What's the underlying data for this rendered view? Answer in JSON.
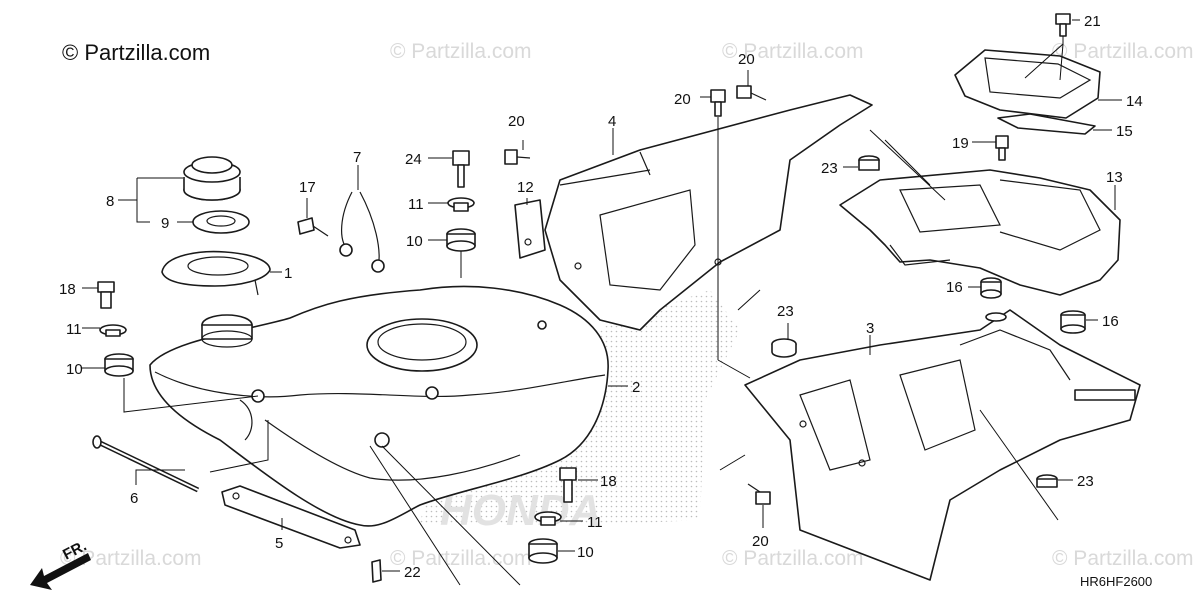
{
  "copyright": "© Partzilla.com",
  "watermark": "© Partzilla.com",
  "diagram_code": "HR6HF2600",
  "direction_label": "FR.",
  "logo_text": "HONDA",
  "callouts": {
    "c1": "1",
    "c2": "2",
    "c3": "3",
    "c4": "4",
    "c5": "5",
    "c6": "6",
    "c7": "7",
    "c8": "8",
    "c9": "9",
    "c10a": "10",
    "c10b": "10",
    "c10c": "10",
    "c11a": "11",
    "c11b": "11",
    "c11c": "11",
    "c12": "12",
    "c13": "13",
    "c14": "14",
    "c15": "15",
    "c16a": "16",
    "c16b": "16",
    "c17": "17",
    "c18a": "18",
    "c18b": "18",
    "c19": "19",
    "c20a": "20",
    "c20b": "20",
    "c20c": "20",
    "c20d": "20",
    "c21": "21",
    "c22": "22",
    "c23a": "23",
    "c23b": "23",
    "c23c": "23",
    "c24": "24"
  }
}
